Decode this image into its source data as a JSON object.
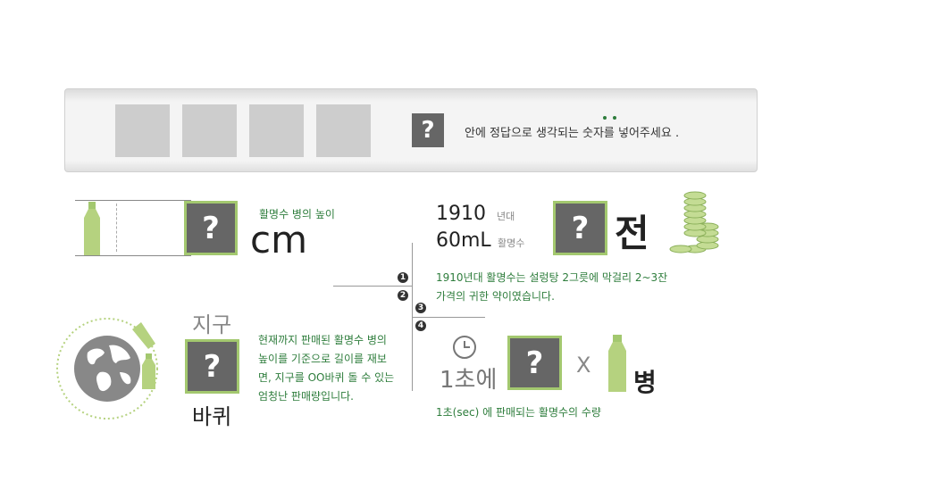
{
  "answer": {
    "question_mark": "?",
    "instruction": "안에 정답으로 생각되는 숫자를 넣어주세요 ."
  },
  "section1": {
    "label": "활명수 병의 높이",
    "question_mark": "?",
    "unit": "cm"
  },
  "section2": {
    "year": "1910",
    "year_suffix": "년대",
    "volume": "60mL",
    "volume_suffix": "활명수",
    "question_mark": "?",
    "unit": "전",
    "desc_line1": "1910년대 활명수는 설렁탕 2그릇에 막걸리 2~3잔",
    "desc_line2": "가격의 귀한 약이였습니다."
  },
  "section3": {
    "top_label": "지구",
    "question_mark": "?",
    "bottom_label": "바퀴",
    "desc_line1": "현재까지 판매된 활명수 병의",
    "desc_line2": "높이를 기준으로 길이를 재보",
    "desc_line3": "면, 지구를 OO바퀴 돌 수 있는",
    "desc_line4": "엄청난 판매량입니다."
  },
  "section4": {
    "label": "1초에",
    "question_mark": "?",
    "times": "X",
    "unit": "병",
    "desc": "1초(sec) 에 판매되는 활명수의 수량"
  },
  "markers": [
    "1",
    "2",
    "3",
    "4"
  ],
  "colors": {
    "accent_green": "#a3c86f",
    "text_green": "#2e7d3c",
    "box_gray": "#666666",
    "slot_gray": "#cdcdcd"
  }
}
